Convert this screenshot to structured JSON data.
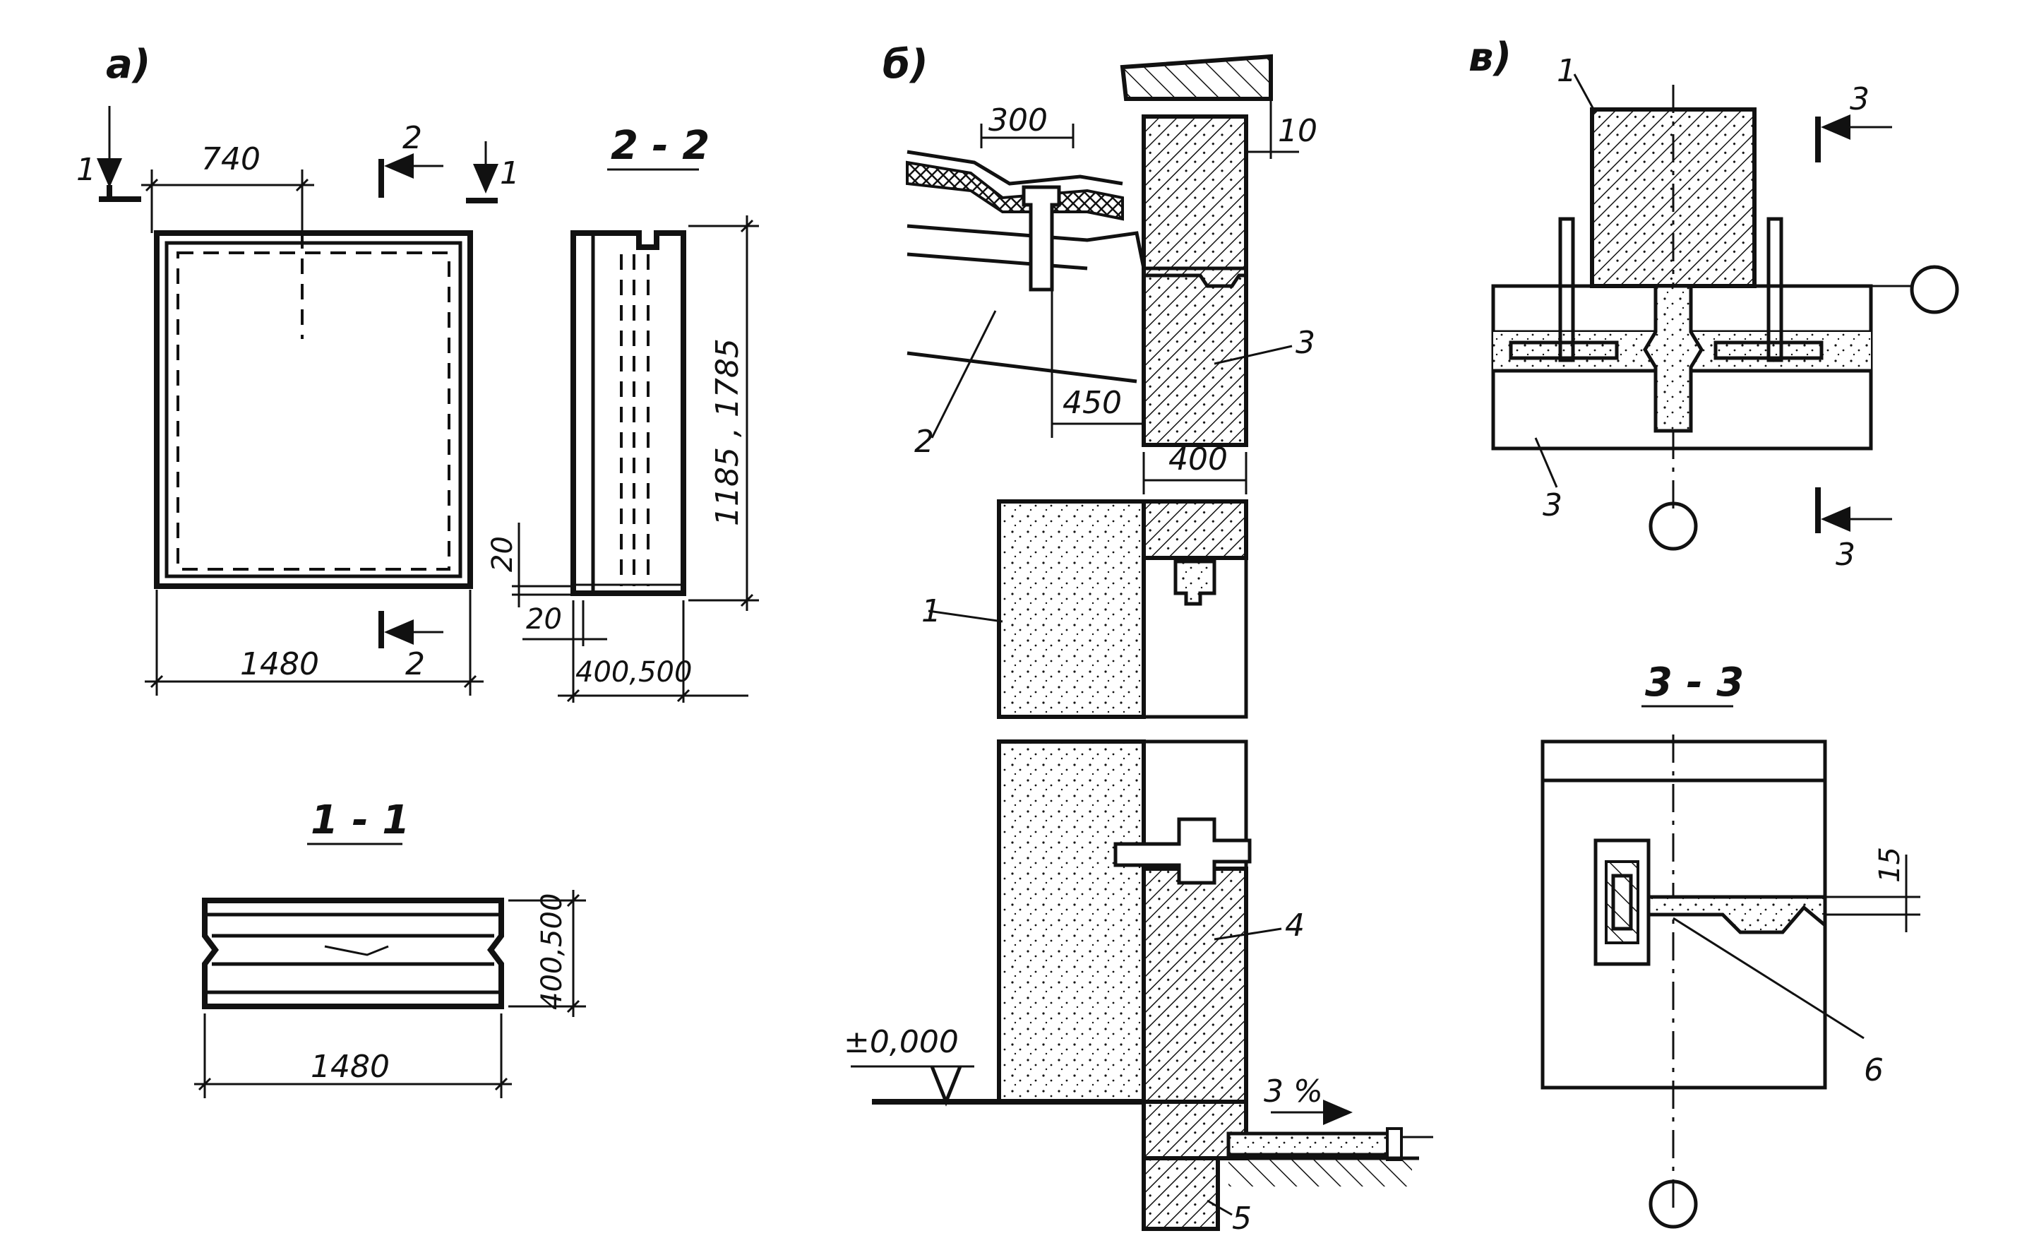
{
  "views": {
    "a": {
      "label": "а)",
      "section_1_label": "1",
      "section_2_label": "2"
    },
    "b": {
      "label": "б)"
    },
    "v": {
      "label": "в)",
      "section_3_label": "3"
    }
  },
  "sections": {
    "s22": "2 - 2",
    "s11": "1 - 1",
    "s33": "3 - 3"
  },
  "dimensions": {
    "d740": "740",
    "d1480_top": "1480",
    "d1185": "1185 , 1785",
    "d20_v": "20",
    "d20_h": "20",
    "d400_500_h": "400,500",
    "d400_500_v": "400,500",
    "d1480_bottom": "1480",
    "d300": "300",
    "d10": "10",
    "d450": "450",
    "d400": "400",
    "d15": "15"
  },
  "level": {
    "zero": "±0,000",
    "slope": "3 %"
  },
  "callouts": {
    "n1_b": "1",
    "n2_b": "2",
    "n3_b": "3",
    "n4_b": "4",
    "n5_b": "5",
    "n1_v": "1",
    "n3_v": "3",
    "n6_v": "6"
  }
}
